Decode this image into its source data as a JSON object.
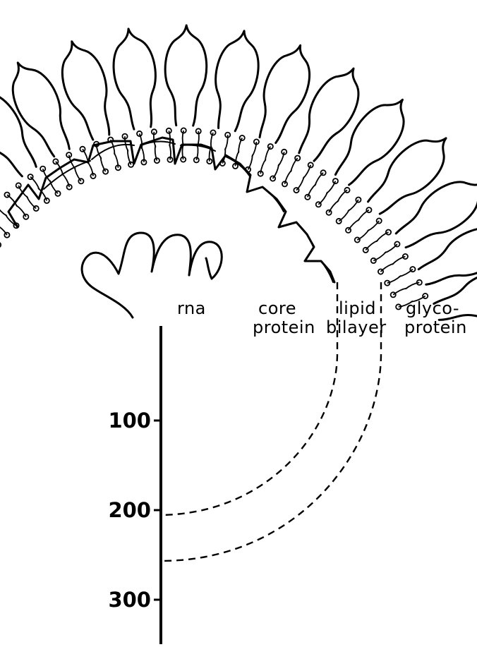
{
  "labels": {
    "rna": "rna",
    "core_protein_line1": "core",
    "core_protein_line2": "protein",
    "lipid_bilayer_line1": "lipid",
    "lipid_bilayer_line2": "bilayer",
    "glycoprotein_line1": "glyco-",
    "glycoprotein_line2": "protein"
  },
  "scale": {
    "ticks": [
      {
        "label": "100",
        "value": 100
      },
      {
        "label": "200",
        "value": 200
      },
      {
        "label": "300",
        "value": 300
      }
    ]
  },
  "colors": {
    "ink": "#000000",
    "background": "#ffffff"
  }
}
